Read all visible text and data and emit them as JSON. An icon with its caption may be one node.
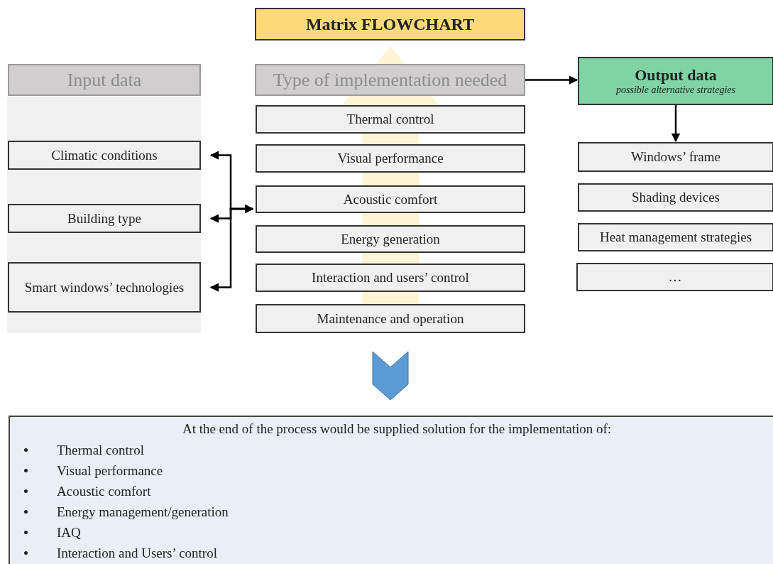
{
  "diagram": {
    "nodes": [
      {
        "text": [
          "Matrix FLOWCHART"
        ]
      },
      {
        "text": [
          "Input data"
        ]
      },
      {
        "text": [
          "Climatic conditions"
        ]
      },
      {
        "text": [
          "Building type"
        ]
      },
      {
        "text": [
          "Smart windows’ technologies"
        ]
      },
      {
        "text": [
          "Type of implementation needed"
        ]
      },
      {
        "text": [
          "Thermal control"
        ]
      },
      {
        "text": [
          "Visual performance"
        ]
      },
      {
        "text": [
          "Acoustic comfort"
        ]
      },
      {
        "text": [
          "Energy generation"
        ]
      },
      {
        "text": [
          "Interaction and users’ control"
        ]
      },
      {
        "text": [
          "Maintenance and operation"
        ]
      },
      {
        "text": [
          "Output data",
          "possible alternative strategies"
        ]
      },
      {
        "text": [
          "Windows’ frame"
        ]
      },
      {
        "text": [
          "Shading devices"
        ]
      },
      {
        "text": [
          "Heat management strategies"
        ]
      },
      {
        "text": [
          "…"
        ]
      },
      {
        "text": [
          "At the end of the process would be supplied solution for the implementation of:",
          "Thermal control",
          "Visual performance",
          "Acoustic comfort",
          "Energy management/generation",
          "IAQ",
          "Interaction and Users’ control"
        ]
      }
    ],
    "edges": [
      {
        "from": 2,
        "to": 8,
        "arrow": "both"
      },
      {
        "from": 3,
        "to": 8,
        "arrow": "both"
      },
      {
        "from": 4,
        "to": 8,
        "arrow": "both"
      },
      {
        "from": 5,
        "to": 12,
        "arrow": "to"
      },
      {
        "from": 12,
        "to": 13,
        "arrow": "to"
      },
      {
        "from": 11,
        "to": 17,
        "arrow": "to",
        "style": "thick",
        "color": "#5b9bd5"
      },
      {
        "from": 11,
        "to": 0,
        "arrow": "to",
        "style": "thick",
        "color": "#fff4d4"
      }
    ]
  }
}
